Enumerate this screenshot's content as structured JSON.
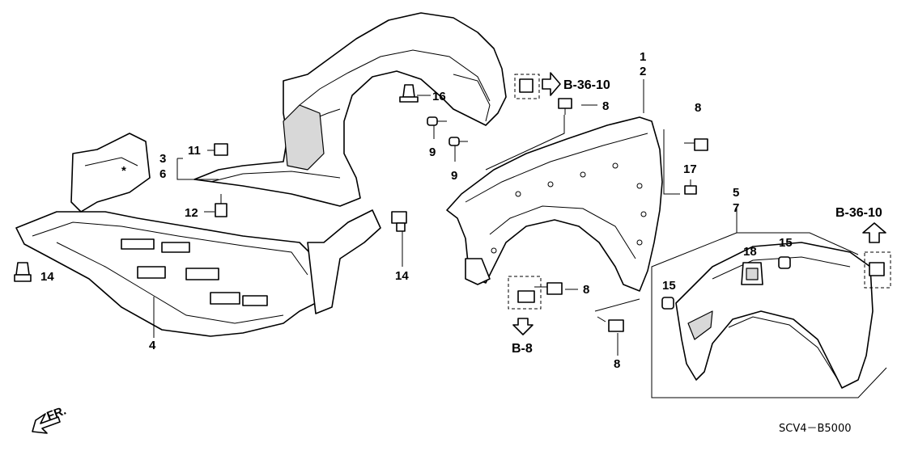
{
  "diagram": {
    "code": "SCV4－B5000",
    "front_label": "FR.",
    "refs": {
      "b36_left": "B-36-10",
      "b36_right": "B-36-10",
      "b8": "B-8"
    },
    "callouts": {
      "n1": "1",
      "n2": "2",
      "n3": "3",
      "n4": "4",
      "n5": "5",
      "n6": "6",
      "n7": "7",
      "n8a": "8",
      "n8b": "8",
      "n8c": "8",
      "n8d": "8",
      "n9a": "9",
      "n9b": "9",
      "n11": "11",
      "n12": "12",
      "n14a": "14",
      "n14b": "14",
      "n15a": "15",
      "n15b": "15",
      "n16": "16",
      "n17": "17",
      "n18": "18"
    },
    "symbols": {
      "asterisk": "*"
    }
  }
}
